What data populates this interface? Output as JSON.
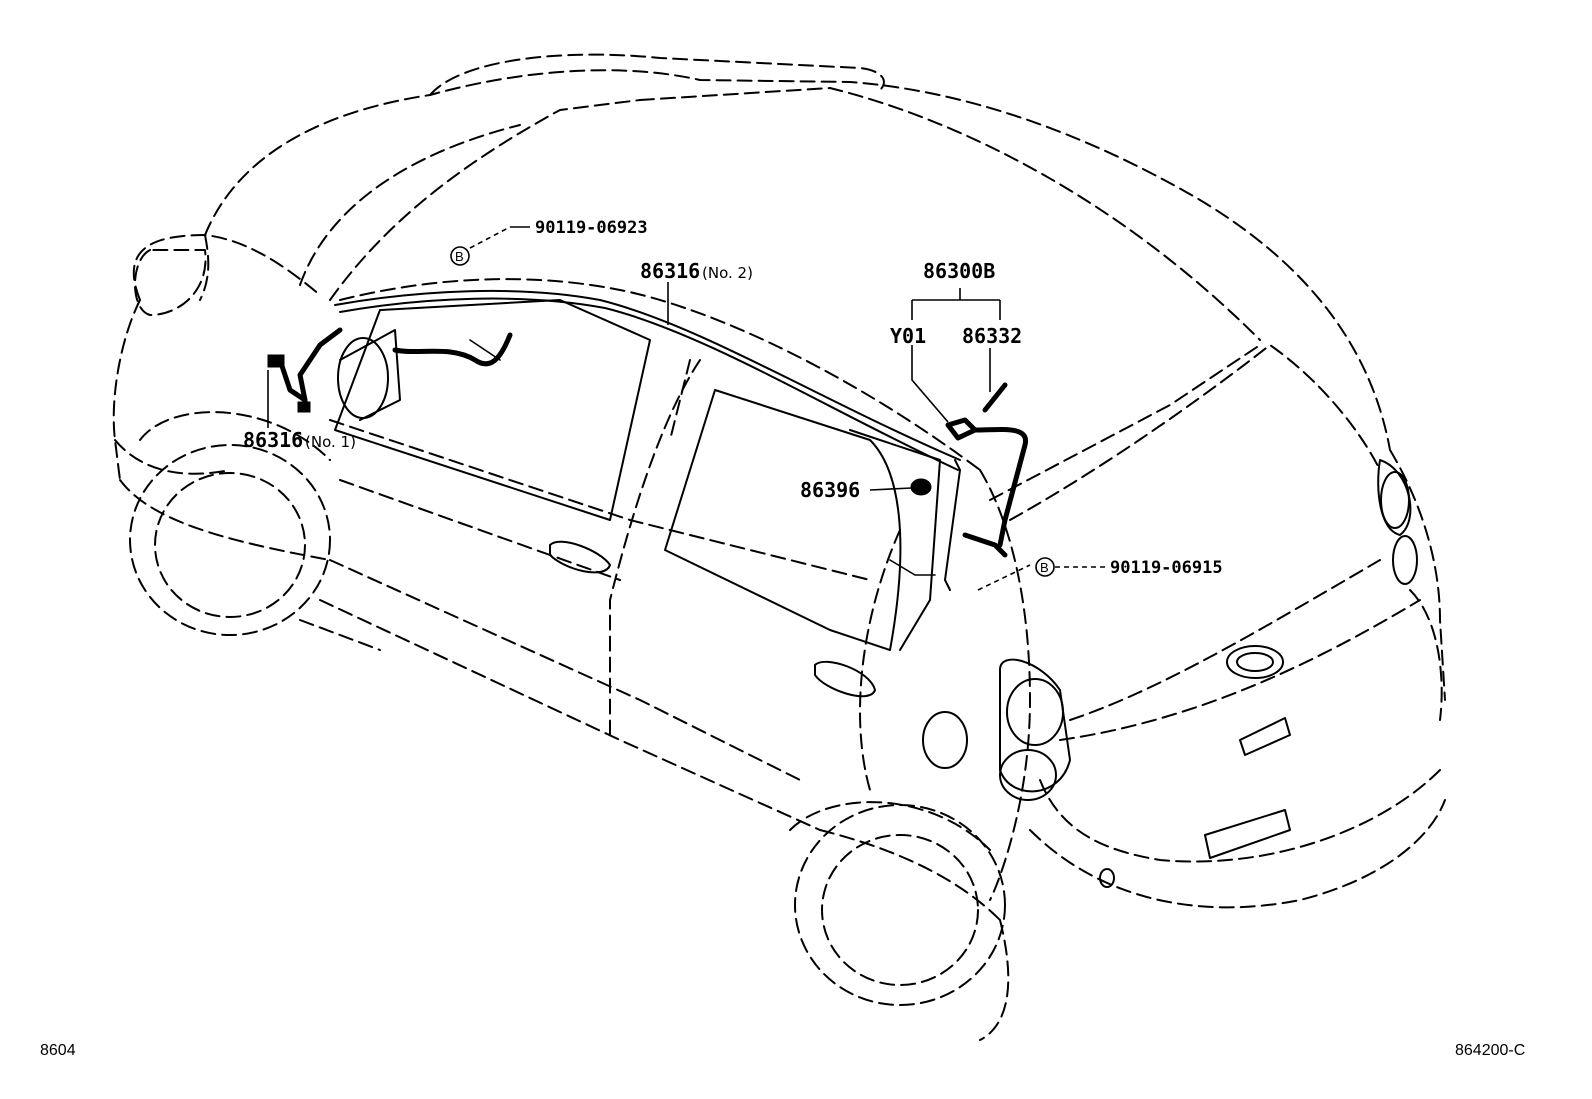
{
  "callouts": {
    "bolt_front": {
      "part": "90119-06923",
      "marker": "B"
    },
    "harness_no2": {
      "part": "86316",
      "suffix": "(No. 2)"
    },
    "harness_no1": {
      "part": "86316",
      "suffix": "(No. 1)"
    },
    "antenna_assy": {
      "part": "86300B"
    },
    "antenna_code": {
      "part": "Y01"
    },
    "antenna_pole": {
      "part": "86332"
    },
    "grommet": {
      "part": "86396"
    },
    "bolt_rear": {
      "part": "90119-06915",
      "marker": "B"
    }
  },
  "footer": {
    "left_code": "8604",
    "right_code": "864200-C"
  }
}
